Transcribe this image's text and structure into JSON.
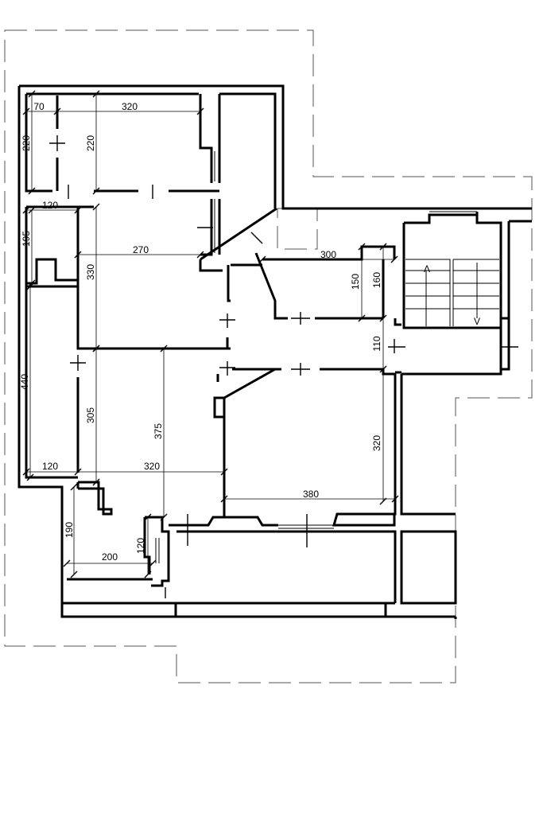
{
  "dimensions": [
    {
      "id": "dim-70",
      "label": "70"
    },
    {
      "id": "dim-320-top",
      "label": "320"
    },
    {
      "id": "dim-220-left",
      "label": "220"
    },
    {
      "id": "dim-220-mid",
      "label": "220"
    },
    {
      "id": "dim-120-upper",
      "label": "120"
    },
    {
      "id": "dim-195",
      "label": "195"
    },
    {
      "id": "dim-270",
      "label": "270"
    },
    {
      "id": "dim-330",
      "label": "330"
    },
    {
      "id": "dim-440",
      "label": "440"
    },
    {
      "id": "dim-305",
      "label": "305"
    },
    {
      "id": "dim-375",
      "label": "375"
    },
    {
      "id": "dim-120-lower",
      "label": "120"
    },
    {
      "id": "dim-320-lower",
      "label": "320"
    },
    {
      "id": "dim-300",
      "label": "300"
    },
    {
      "id": "dim-150",
      "label": "150"
    },
    {
      "id": "dim-160",
      "label": "160"
    },
    {
      "id": "dim-110",
      "label": "110"
    },
    {
      "id": "dim-320-right",
      "label": "320"
    },
    {
      "id": "dim-380",
      "label": "380"
    },
    {
      "id": "dim-190",
      "label": "190"
    },
    {
      "id": "dim-200",
      "label": "200"
    },
    {
      "id": "dim-120-small",
      "label": "120"
    }
  ],
  "stair_arrows": {
    "up": "Λ",
    "down": "V"
  }
}
